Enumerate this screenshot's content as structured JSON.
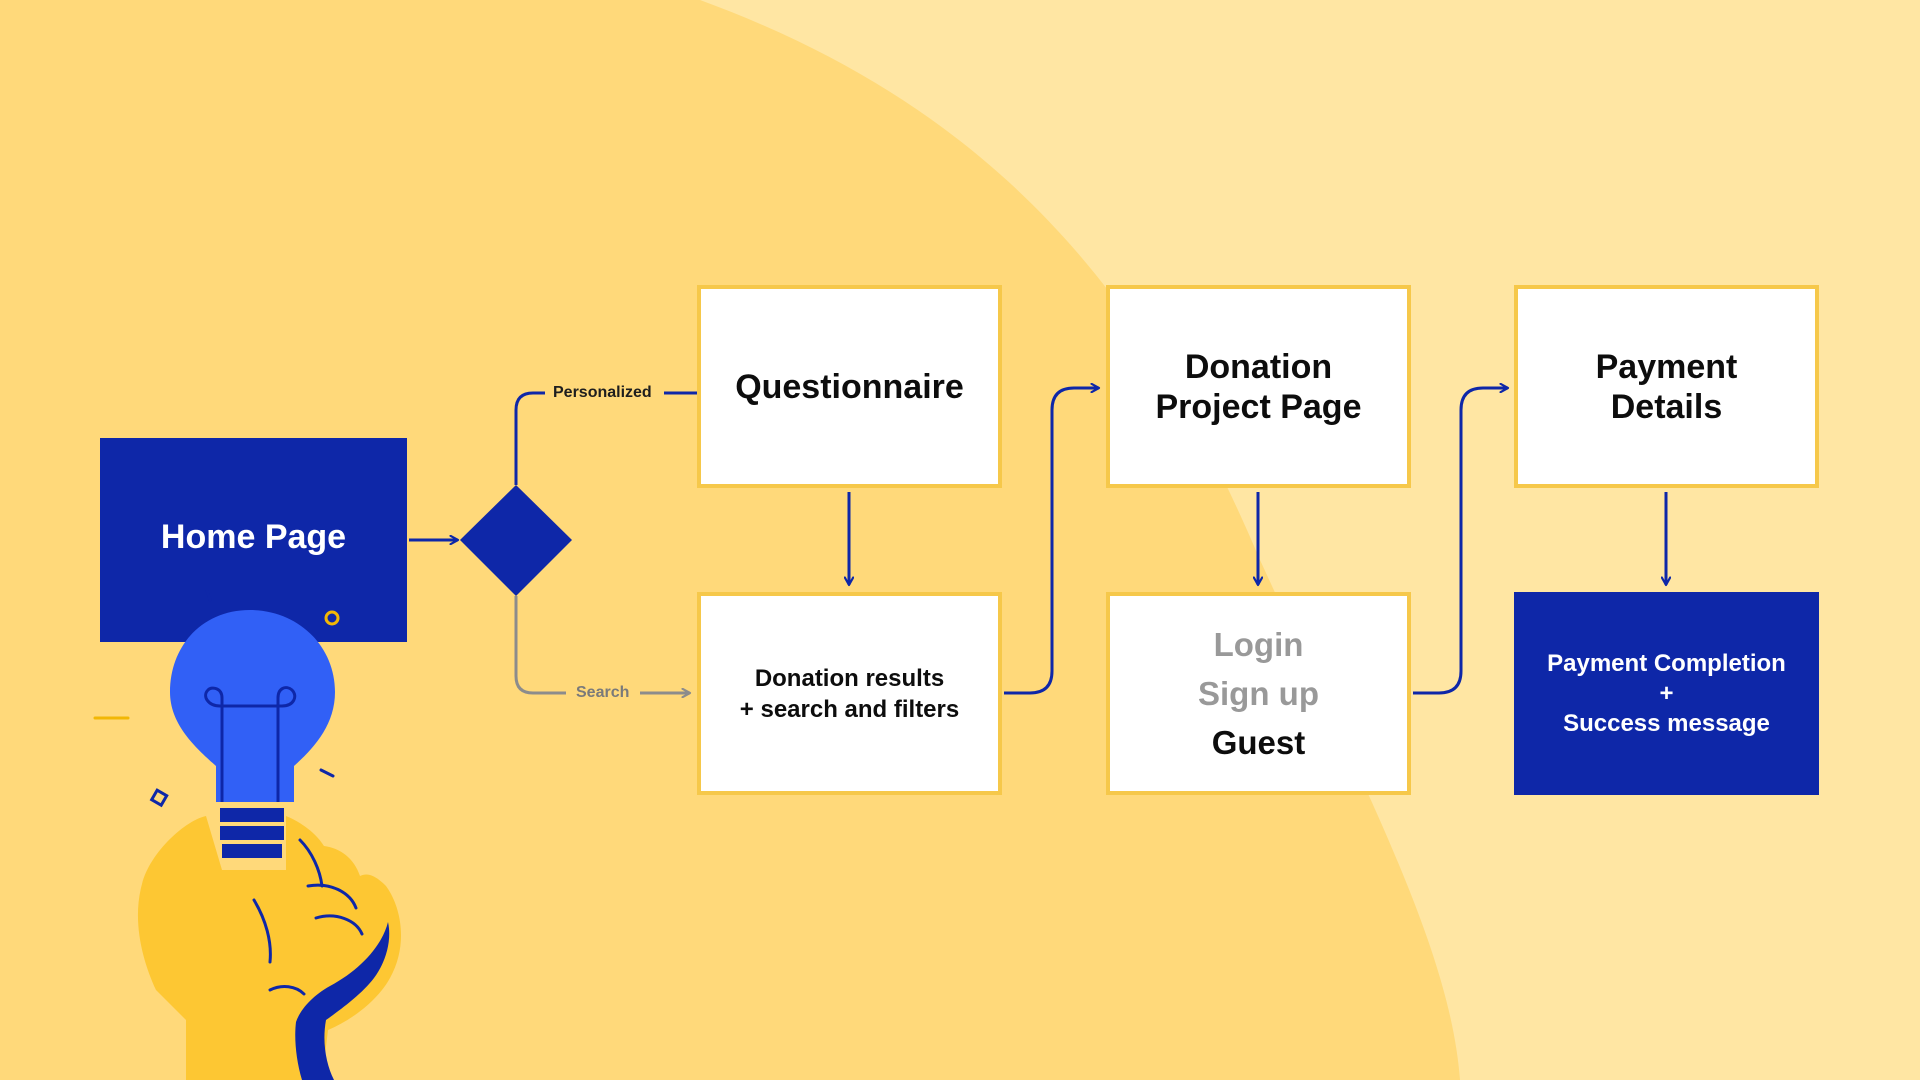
{
  "colors": {
    "background": "#ffe49c",
    "background_light": "#ffe6a3",
    "background_dark": "#ffd97a",
    "node_border": "#f6c84a",
    "node_fill": "#ffffff",
    "accent_blue": "#0e27a8",
    "bulb_blue": "#3160f6",
    "hand_yellow": "#fdc733",
    "muted_text": "#999999",
    "muted_line": "#8c8c8c"
  },
  "nodes": {
    "home_page": "Home Page",
    "questionnaire": "Questionnaire",
    "donation_results": {
      "line1": "Donation results",
      "line2": "+ search and filters"
    },
    "project_page": "Donation\nProject Page",
    "auth": {
      "login": "Login",
      "sign_up": "Sign up",
      "guest": "Guest"
    },
    "payment_details": "Payment\nDetails",
    "payment_completion": {
      "line1": "Payment Completion",
      "line2": "+",
      "line3": "Success message"
    }
  },
  "edges": {
    "personalized": "Personalized",
    "search": "Search"
  },
  "illustration": {
    "icon": "lightbulb-in-hand-icon"
  }
}
